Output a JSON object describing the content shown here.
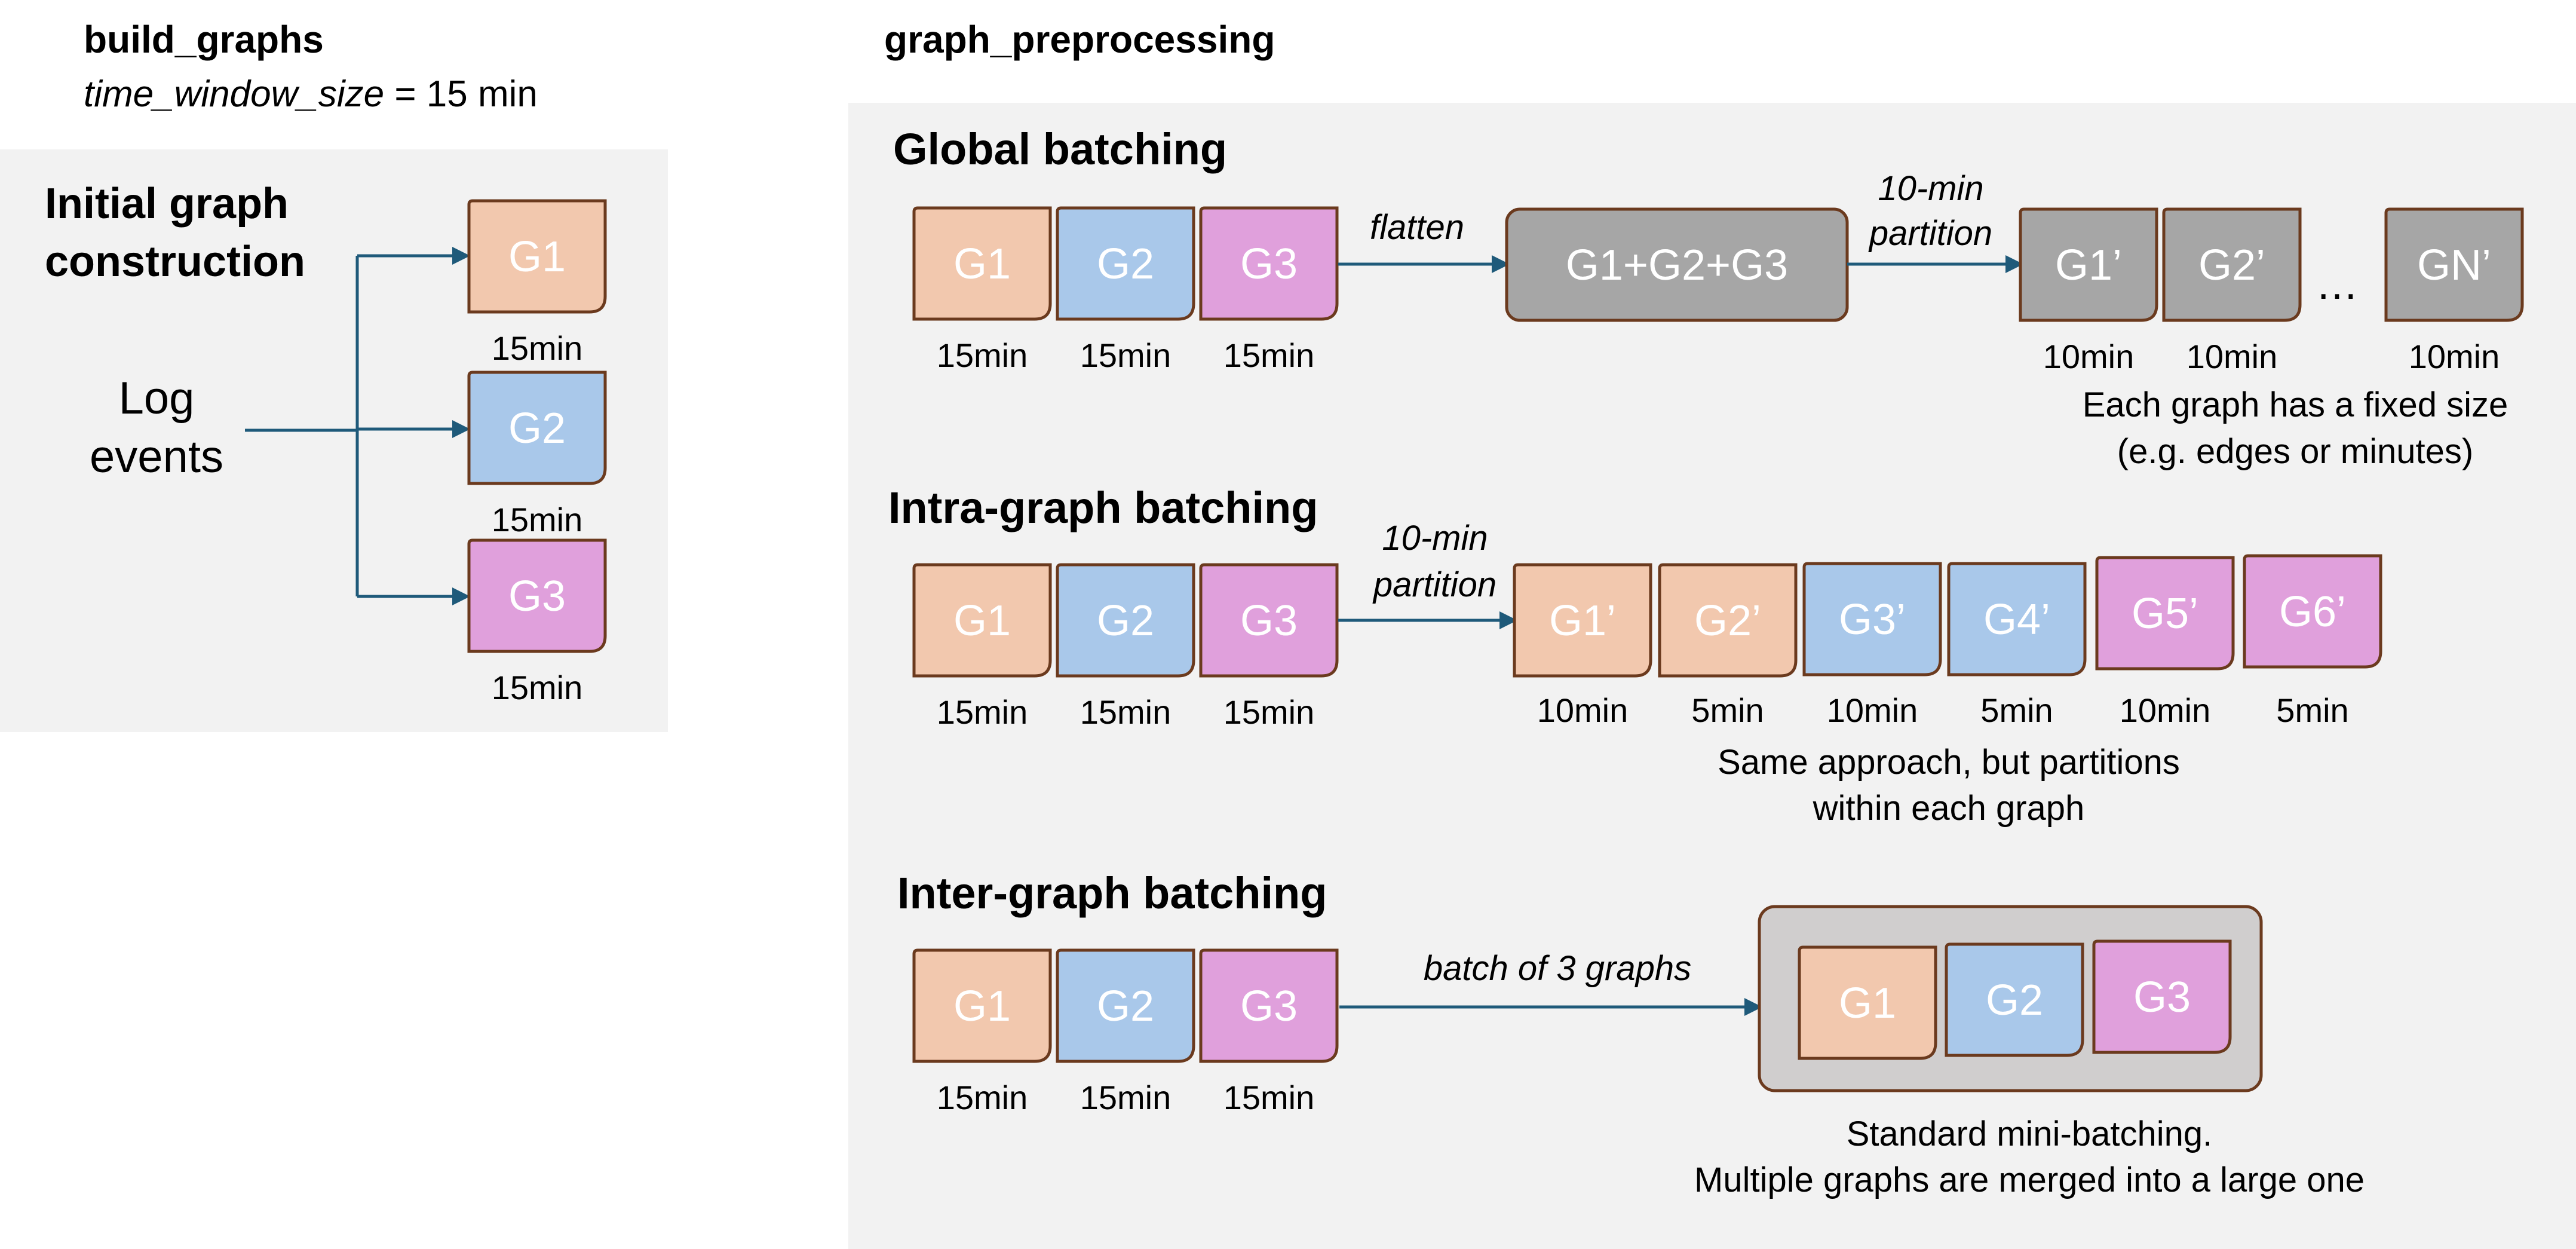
{
  "colors": {
    "orange": "#f2c8ae",
    "blue": "#a9c8ea",
    "pink": "#e0a0dc",
    "gray": "#a6a6a6",
    "panel": "#f2f2f2",
    "mini_batch_bg": "#d0cece",
    "border": "#6b3a1e",
    "arrow": "#1f5a7a"
  },
  "build_graphs": {
    "title": "build_graphs",
    "param_name": "time_window_size",
    "param_value": " = 15 min",
    "section_title_line1": "Initial graph",
    "section_title_line2": "construction",
    "source_line1": "Log",
    "source_line2": "events",
    "graphs": [
      {
        "label": "G1",
        "duration": "15min"
      },
      {
        "label": "G2",
        "duration": "15min"
      },
      {
        "label": "G3",
        "duration": "15min"
      }
    ]
  },
  "graph_preprocessing": {
    "title": "graph_preprocessing",
    "global": {
      "title": "Global batching",
      "inputs": [
        {
          "label": "G1",
          "duration": "15min"
        },
        {
          "label": "G2",
          "duration": "15min"
        },
        {
          "label": "G3",
          "duration": "15min"
        }
      ],
      "flatten_label": "flatten",
      "merged_label": "G1+G2+G3",
      "partition_line1": "10-min",
      "partition_line2": "partition",
      "outputs": [
        {
          "label": "G1’",
          "duration": "10min"
        },
        {
          "label": "G2’",
          "duration": "10min"
        },
        {
          "label": "GN’",
          "duration": "10min"
        }
      ],
      "ellipsis": "…",
      "note_line1": "Each graph has a fixed size",
      "note_line2": "(e.g. edges or minutes)"
    },
    "intra": {
      "title": "Intra-graph batching",
      "inputs": [
        {
          "label": "G1",
          "duration": "15min"
        },
        {
          "label": "G2",
          "duration": "15min"
        },
        {
          "label": "G3",
          "duration": "15min"
        }
      ],
      "partition_line1": "10-min",
      "partition_line2": "partition",
      "outputs": [
        {
          "label": "G1’",
          "duration": "10min"
        },
        {
          "label": "G2’",
          "duration": "5min"
        },
        {
          "label": "G3’",
          "duration": "10min"
        },
        {
          "label": "G4’",
          "duration": "5min"
        },
        {
          "label": "G5’",
          "duration": "10min"
        },
        {
          "label": "G6’",
          "duration": "5min"
        }
      ],
      "note_line1": "Same approach, but partitions",
      "note_line2": "within each graph"
    },
    "inter": {
      "title": "Inter-graph batching",
      "inputs": [
        {
          "label": "G1",
          "duration": "15min"
        },
        {
          "label": "G2",
          "duration": "15min"
        },
        {
          "label": "G3",
          "duration": "15min"
        }
      ],
      "batch_label": "batch of 3 graphs",
      "batch_graphs": [
        "G1",
        "G2",
        "G3"
      ],
      "note_line1": "Standard mini-batching.",
      "note_line2": "Multiple graphs are merged into a large one"
    }
  }
}
